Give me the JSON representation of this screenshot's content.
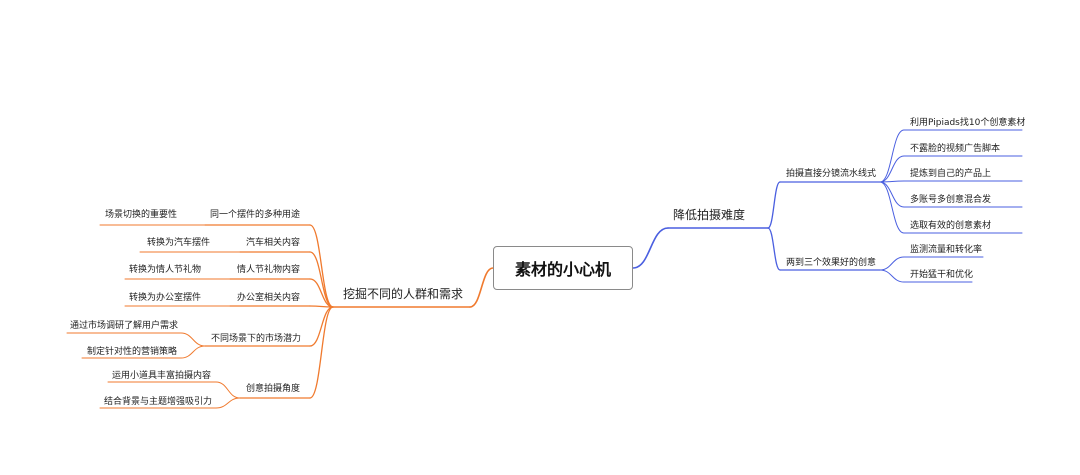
{
  "root": {
    "label": "素材的小心机"
  },
  "colors": {
    "right_branch": "#4a5fe0",
    "left_branch": "#f07a2e",
    "root_border": "#8a8a8a"
  },
  "right": {
    "label": "降低拍摄难度",
    "children": [
      {
        "label": "拍摄直接分镜流水线式",
        "children": [
          {
            "label": "利用Pipiads找10个创意素材"
          },
          {
            "label": "不露脸的视频广告脚本"
          },
          {
            "label": "提炼到自己的产品上"
          },
          {
            "label": "多账号多创意混合发"
          },
          {
            "label": "选取有效的创意素材"
          }
        ]
      },
      {
        "label": "两到三个效果好的创意",
        "children": [
          {
            "label": "监测流量和转化率"
          },
          {
            "label": "开始猛干和优化"
          }
        ]
      }
    ]
  },
  "left": {
    "label": "挖掘不同的人群和需求",
    "children": [
      {
        "label": "同一个摆件的多种用途",
        "children": [
          {
            "label": "场景切换的重要性"
          }
        ]
      },
      {
        "label": "汽车相关内容",
        "children": [
          {
            "label": "转换为汽车摆件"
          }
        ]
      },
      {
        "label": "情人节礼物内容",
        "children": [
          {
            "label": "转换为情人节礼物"
          }
        ]
      },
      {
        "label": "办公室相关内容",
        "children": [
          {
            "label": "转换为办公室摆件"
          }
        ]
      },
      {
        "label": "不同场景下的市场潜力",
        "children": [
          {
            "label": "通过市场调研了解用户需求"
          },
          {
            "label": "制定针对性的营销策略"
          }
        ]
      },
      {
        "label": "创意拍摄角度",
        "children": [
          {
            "label": "运用小道具丰富拍摄内容"
          },
          {
            "label": "结合背景与主题增强吸引力"
          }
        ]
      }
    ]
  }
}
